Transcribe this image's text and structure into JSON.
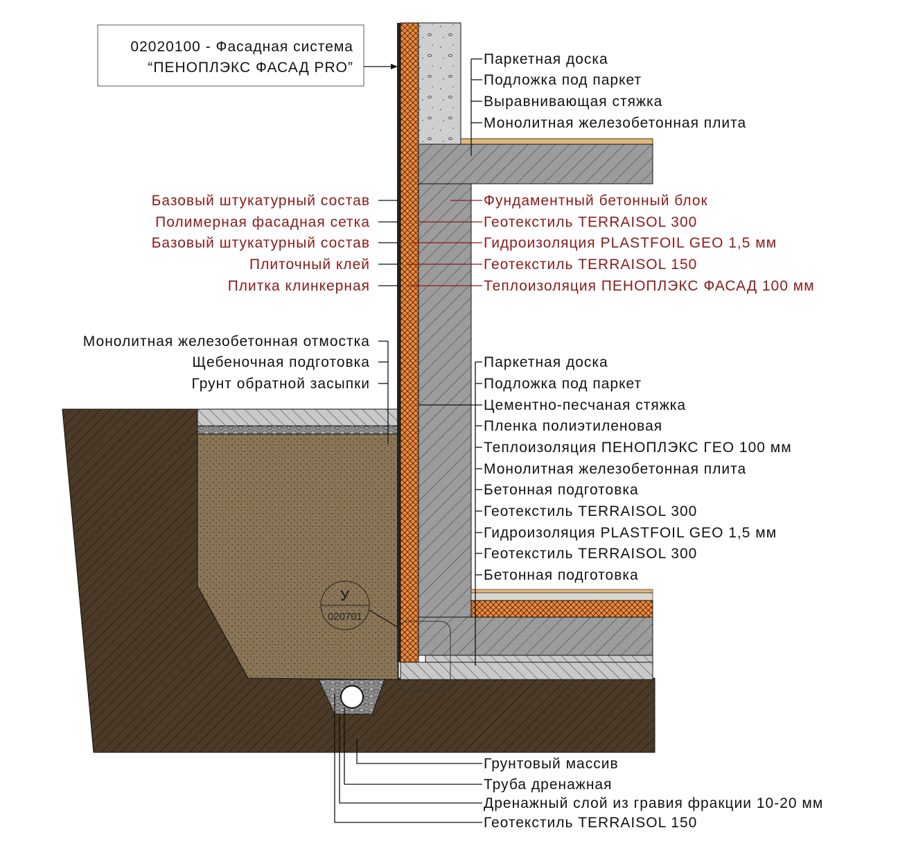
{
  "title_box": {
    "line1": "02020100 - Фасадная система",
    "line2": "“ПЕНОПЛЭКС ФАСАД PRO”"
  },
  "callout": {
    "letter": "У",
    "code": "020701"
  },
  "labels_top_right": [
    "Паркетная доска",
    "Подложка под паркет",
    "Выравнивающая стяжка",
    "Монолитная железобетонная плита"
  ],
  "labels_red_left": [
    "Базовый штукатурный состав",
    "Полимерная фасадная сетка",
    "Базовый штукатурный состав",
    "Плиточный клей",
    "Плитка клинкерная"
  ],
  "labels_red_right": [
    "Фундаментный бетонный блок",
    "Геотекстиль TERRAISOL 300",
    "Гидроизоляция PLASTFOIL GEO 1,5 мм",
    "Геотекстиль TERRAISOL 150",
    "Теплоизоляция ПЕНОПЛЭКС ФАСАД 100 мм"
  ],
  "labels_left": [
    "Монолитная железобетонная отмостка",
    "Щебеночная подготовка",
    "Грунт обратной засыпки"
  ],
  "labels_lower_right": [
    "Паркетная доска",
    "Подложка под паркет",
    "Цементно-песчаная стяжка",
    "Пленка полиэтиленовая",
    "Теплоизоляция ПЕНОПЛЭКС ГЕО 100 мм",
    "Монолитная железобетонная плита",
    "Бетонная подготовка",
    "Геотекстиль TERRAISOL 300",
    "Гидроизоляция PLASTFOIL GEO 1,5 мм",
    "Геотекстиль TERRAISOL 300",
    "Бетонная подготовка"
  ],
  "labels_bottom": [
    "Грунтовый массив",
    "Труба дренажная",
    "Дренажный слой из гравия фракции 10-20 мм",
    "Геотекстиль TERRAISOL 150"
  ],
  "colors": {
    "insulation": "#f0893a",
    "soil": "#4b3a27",
    "backfill": "#8a7657",
    "concrete": "#9c9c9c",
    "light_concrete": "#c9c9c9",
    "parquet": "#e2b77a",
    "red_text": "#8b1a1a"
  }
}
